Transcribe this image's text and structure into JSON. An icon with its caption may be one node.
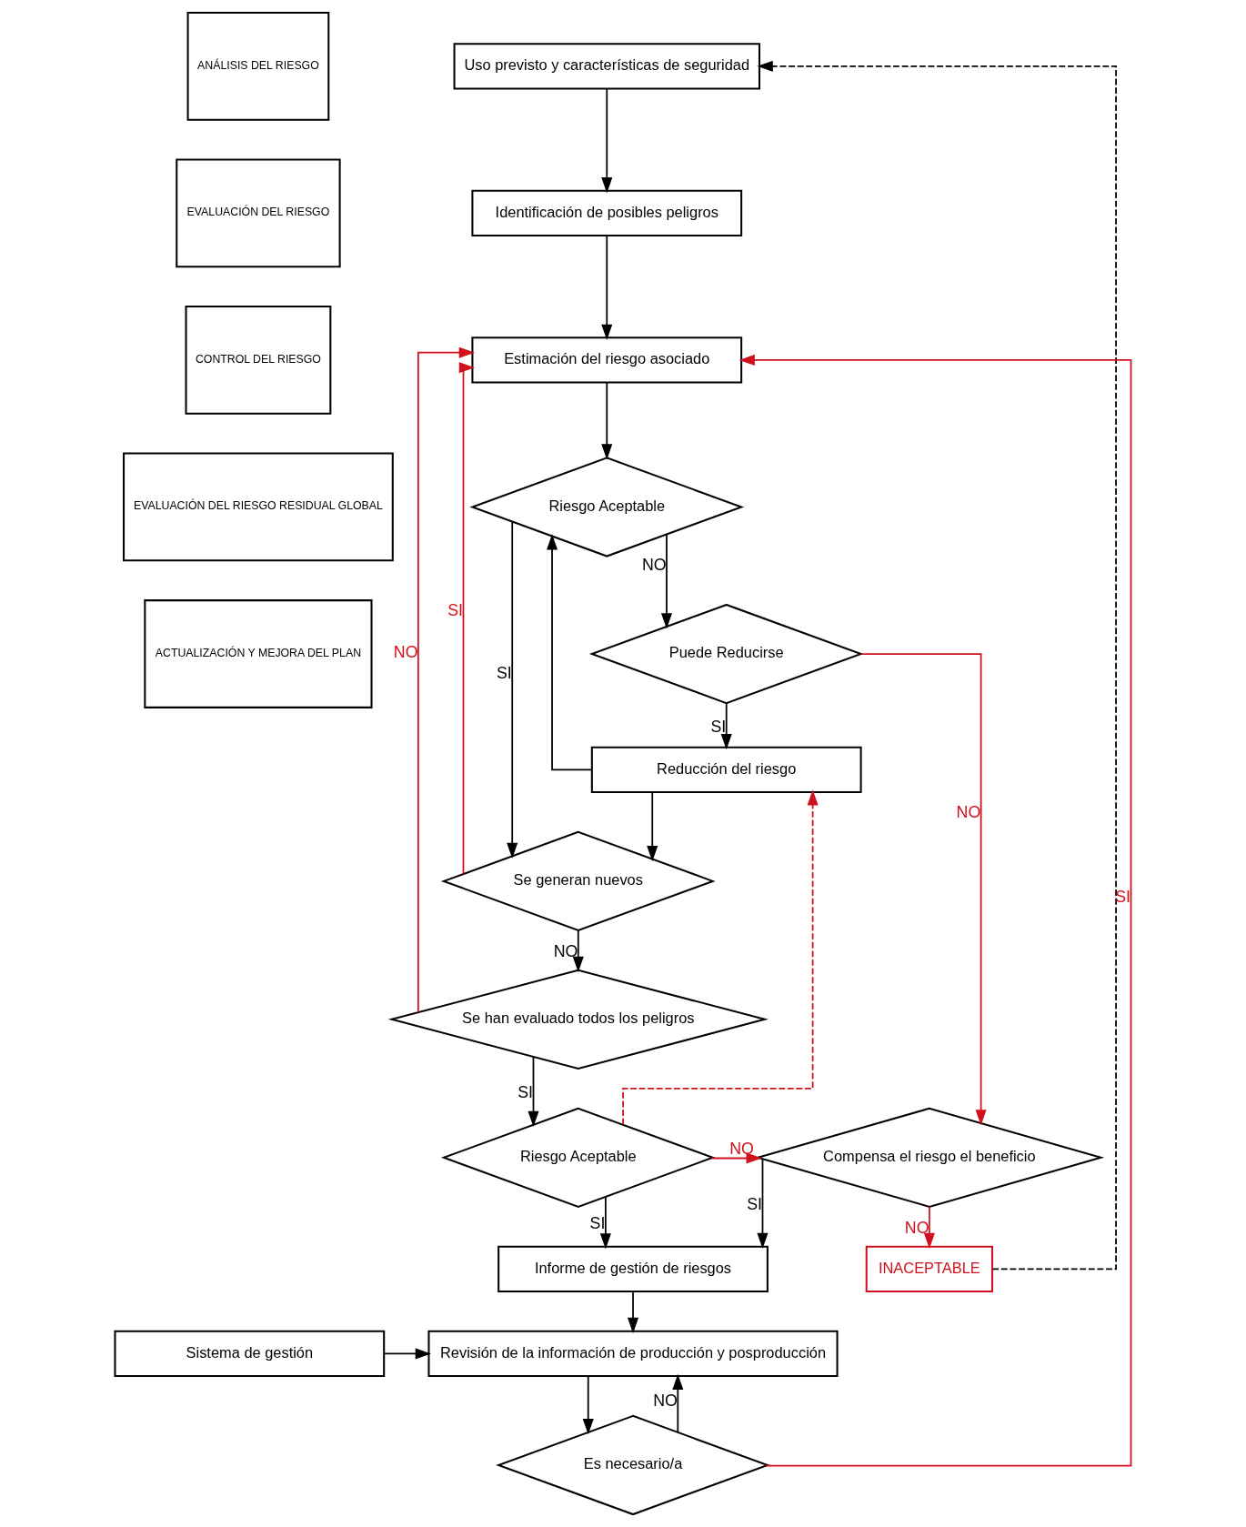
{
  "diagram": {
    "nodes": [
      {
        "text": [
          "ANÁLISIS DEL RIESGO"
        ]
      },
      {
        "text": [
          "EVALUACIÓN DEL RIESGO"
        ]
      },
      {
        "text": [
          "CONTROL DEL RIESGO"
        ]
      },
      {
        "text": [
          "EVALUACIÓN DEL RIESGO RESIDUAL GLOBAL"
        ]
      },
      {
        "text": [
          "ACTUALIZACIÓN Y MEJORA DEL PLAN"
        ]
      },
      {
        "text": [
          "Uso previsto y características de seguridad"
        ]
      },
      {
        "text": [
          "Identificación de posibles peligros"
        ]
      },
      {
        "text": [
          "Estimación del riesgo asociado"
        ]
      },
      {
        "text": [
          "Riesgo Aceptable"
        ]
      },
      {
        "text": [
          "Puede Reducirse"
        ]
      },
      {
        "text": [
          "Reducción del riesgo"
        ]
      },
      {
        "text": [
          "Se generan nuevos"
        ]
      },
      {
        "text": [
          "Se han evaluado todos los peligros"
        ]
      },
      {
        "text": [
          "Riesgo Aceptable"
        ]
      },
      {
        "text": [
          "Compensa el riesgo el beneficio"
        ]
      },
      {
        "text": [
          "INACEPTABLE"
        ]
      },
      {
        "text": [
          "Informe de gestión de riesgos"
        ]
      },
      {
        "text": [
          "Revisión de la información de producción y posproducción"
        ]
      },
      {
        "text": [
          "Sistema de gestión"
        ]
      },
      {
        "text": [
          "Es necesario/a"
        ]
      }
    ],
    "edges": [
      {
        "from": 5,
        "to": 6,
        "arrow": "to"
      },
      {
        "from": 6,
        "to": 7,
        "arrow": "to"
      },
      {
        "from": 7,
        "to": 8,
        "arrow": "to"
      },
      {
        "from": 8,
        "to": 9,
        "label": "NO",
        "arrow": "to"
      },
      {
        "from": 9,
        "to": 10,
        "label": "SI",
        "arrow": "to"
      },
      {
        "from": 10,
        "to": 8,
        "arrow": "to"
      },
      {
        "from": 8,
        "to": 11,
        "label": "SI",
        "arrow": "to"
      },
      {
        "from": 9,
        "to": 14,
        "label": "NO",
        "arrow": "to",
        "color": "#d0101c"
      },
      {
        "from": 10,
        "to": 11,
        "arrow": "to"
      },
      {
        "from": 11,
        "to": 7,
        "label": "SI",
        "arrow": "to",
        "color": "#d0101c"
      },
      {
        "from": 11,
        "to": 12,
        "label": "NO",
        "arrow": "to"
      },
      {
        "from": 12,
        "to": 7,
        "label": "NO",
        "arrow": "to",
        "color": "#d0101c"
      },
      {
        "from": 12,
        "to": 13,
        "label": "SI",
        "arrow": "to"
      },
      {
        "from": 13,
        "to": 14,
        "label": "NO",
        "arrow": "to",
        "color": "#d0101c"
      },
      {
        "from": 13,
        "to": 10,
        "arrow": "to",
        "style": "dashed",
        "color": "#d0101c"
      },
      {
        "from": 13,
        "to": 16,
        "label": "SI",
        "arrow": "to"
      },
      {
        "from": 14,
        "to": 15,
        "label": "NO",
        "arrow": "to",
        "color": "#d0101c"
      },
      {
        "from": 14,
        "to": 16,
        "label": "SI",
        "arrow": "to"
      },
      {
        "from": 15,
        "to": 5,
        "arrow": "to",
        "style": "dashed"
      },
      {
        "from": 16,
        "to": 17,
        "arrow": "to"
      },
      {
        "from": 17,
        "to": 19,
        "arrow": "to"
      },
      {
        "from": 19,
        "to": 7,
        "label": "SI",
        "arrow": "to",
        "color": "#d0101c"
      },
      {
        "from": 19,
        "to": 17,
        "label": "NO",
        "arrow": "to"
      },
      {
        "from": 18,
        "to": 17,
        "arrow": "to"
      }
    ]
  }
}
